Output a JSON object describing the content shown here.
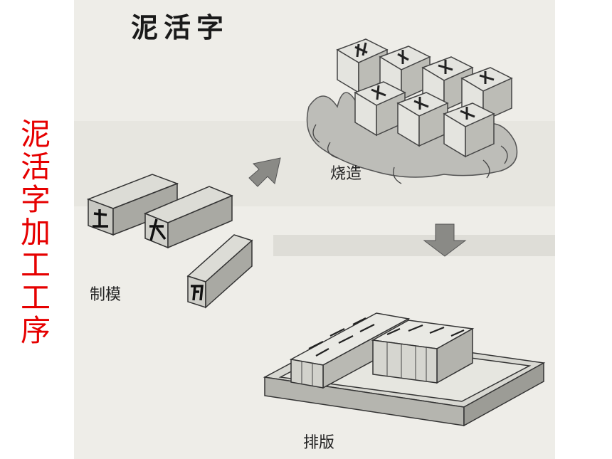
{
  "side_caption": "泥活字加工工序",
  "illustration": {
    "title": "泥活字",
    "stages": {
      "fire": "烧造",
      "mold": "制模",
      "typeset": "排版"
    }
  }
}
